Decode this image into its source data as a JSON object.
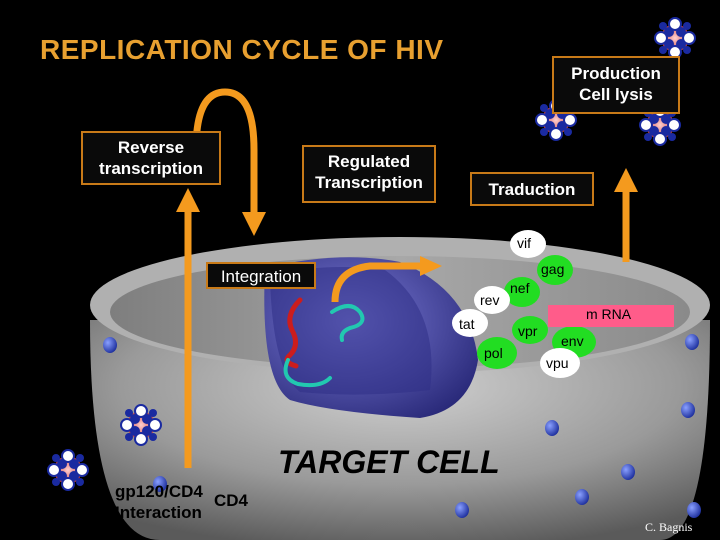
{
  "title": "REPLICATION CYCLE OF HIV",
  "labels": {
    "reverse_transcription": "Reverse\ntranscription",
    "regulated_transcription": "Regulated\nTranscription",
    "traduction": "Traduction",
    "production": "Production\nCell lysis",
    "integration": "Integration",
    "target_cell": "TARGET CELL",
    "gp120": "gp120/CD4\nInteraction",
    "cd4": "CD4",
    "mrna": "m RNA",
    "credit": "C. Bagnis"
  },
  "genes": {
    "vif": "vif",
    "gag": "gag",
    "nef": "nef",
    "rev": "rev",
    "tat": "tat",
    "vpr": "vpr",
    "pol": "pol",
    "env": "env",
    "vpu": "vpu"
  },
  "colors": {
    "title": "#e8a030",
    "arrow": "#f49a1e",
    "box_border": "#c87a18",
    "cell_gray": "#9a9a9a",
    "nucleus": "#5a5ab8",
    "gene_green": "#22dd22",
    "mrna_pink": "#ff5c8a",
    "dot_blue": "#3a4ec8"
  }
}
